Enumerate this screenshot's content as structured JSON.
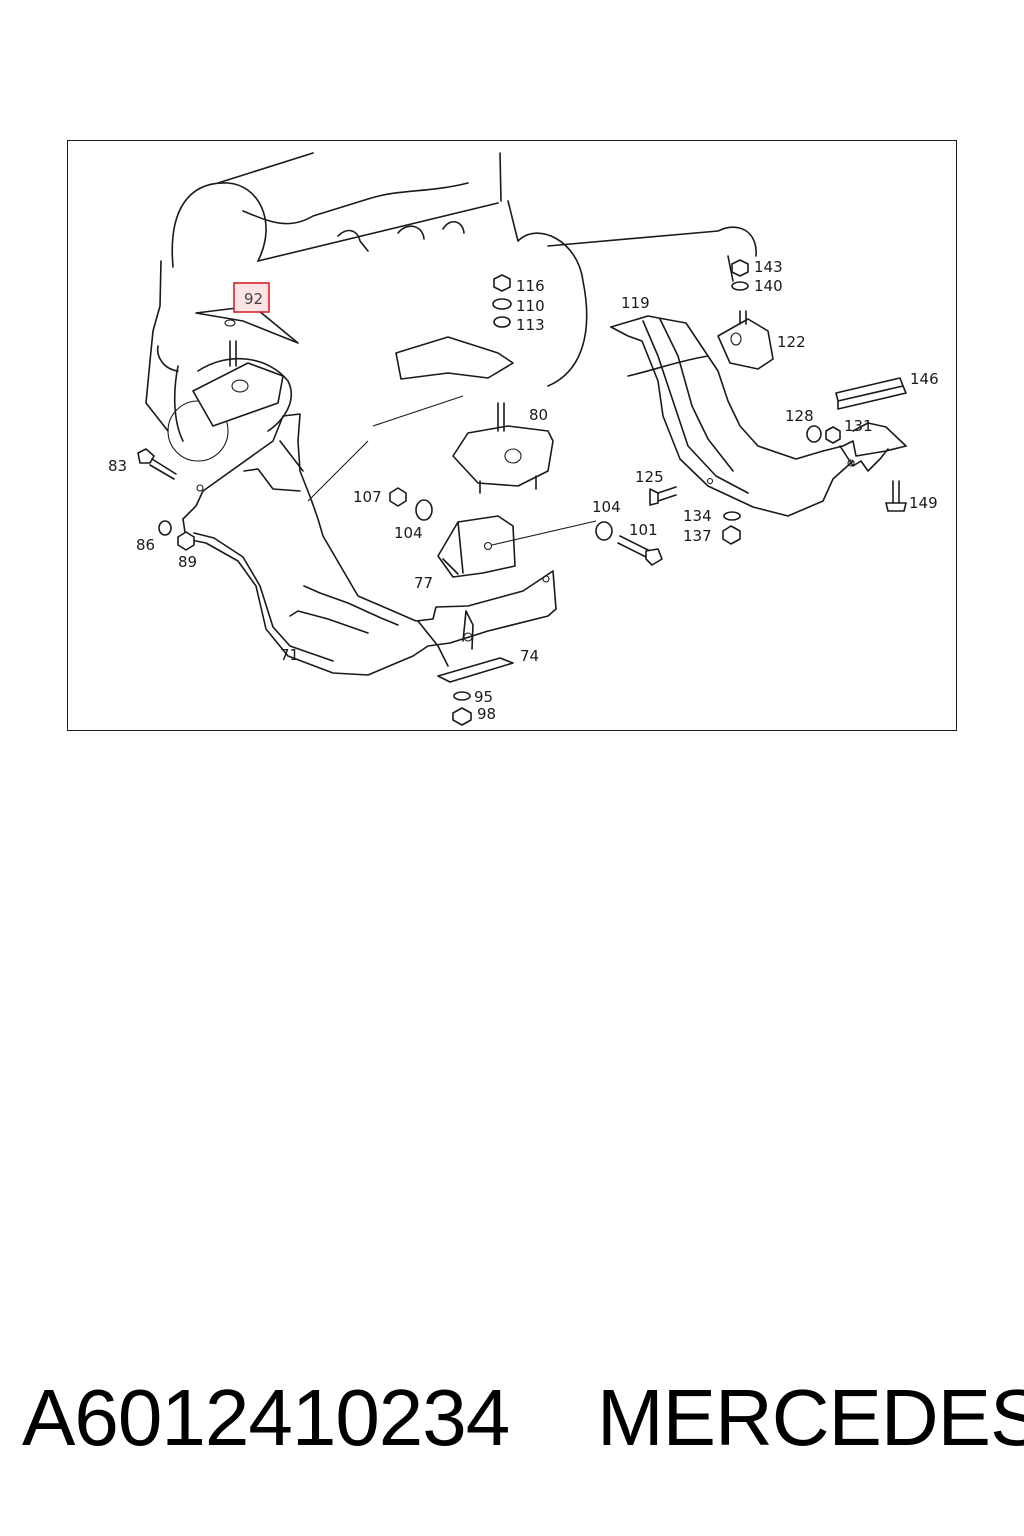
{
  "diagram": {
    "highlighted_part": "92",
    "callouts": [
      {
        "id": "116",
        "label": "116"
      },
      {
        "id": "110",
        "label": "110"
      },
      {
        "id": "113",
        "label": "113"
      },
      {
        "id": "143",
        "label": "143"
      },
      {
        "id": "140",
        "label": "140"
      },
      {
        "id": "119",
        "label": "119"
      },
      {
        "id": "122",
        "label": "122"
      },
      {
        "id": "146",
        "label": "146"
      },
      {
        "id": "80",
        "label": "80"
      },
      {
        "id": "128",
        "label": "128"
      },
      {
        "id": "131",
        "label": "131"
      },
      {
        "id": "83",
        "label": "83"
      },
      {
        "id": "107",
        "label": "107"
      },
      {
        "id": "104a",
        "label": "104"
      },
      {
        "id": "104b",
        "label": "104"
      },
      {
        "id": "125",
        "label": "125"
      },
      {
        "id": "149",
        "label": "149"
      },
      {
        "id": "86",
        "label": "86"
      },
      {
        "id": "89",
        "label": "89"
      },
      {
        "id": "101",
        "label": "101"
      },
      {
        "id": "134",
        "label": "134"
      },
      {
        "id": "137",
        "label": "137"
      },
      {
        "id": "77",
        "label": "77"
      },
      {
        "id": "71",
        "label": "71"
      },
      {
        "id": "74",
        "label": "74"
      },
      {
        "id": "95",
        "label": "95"
      },
      {
        "id": "98",
        "label": "98"
      }
    ]
  },
  "footer": {
    "part_number": "A6012410234",
    "brand": "MERCEDES"
  },
  "colors": {
    "line": "#1a1a1a",
    "highlight_border": "#d8242a",
    "highlight_fill": "#fde3e3"
  }
}
